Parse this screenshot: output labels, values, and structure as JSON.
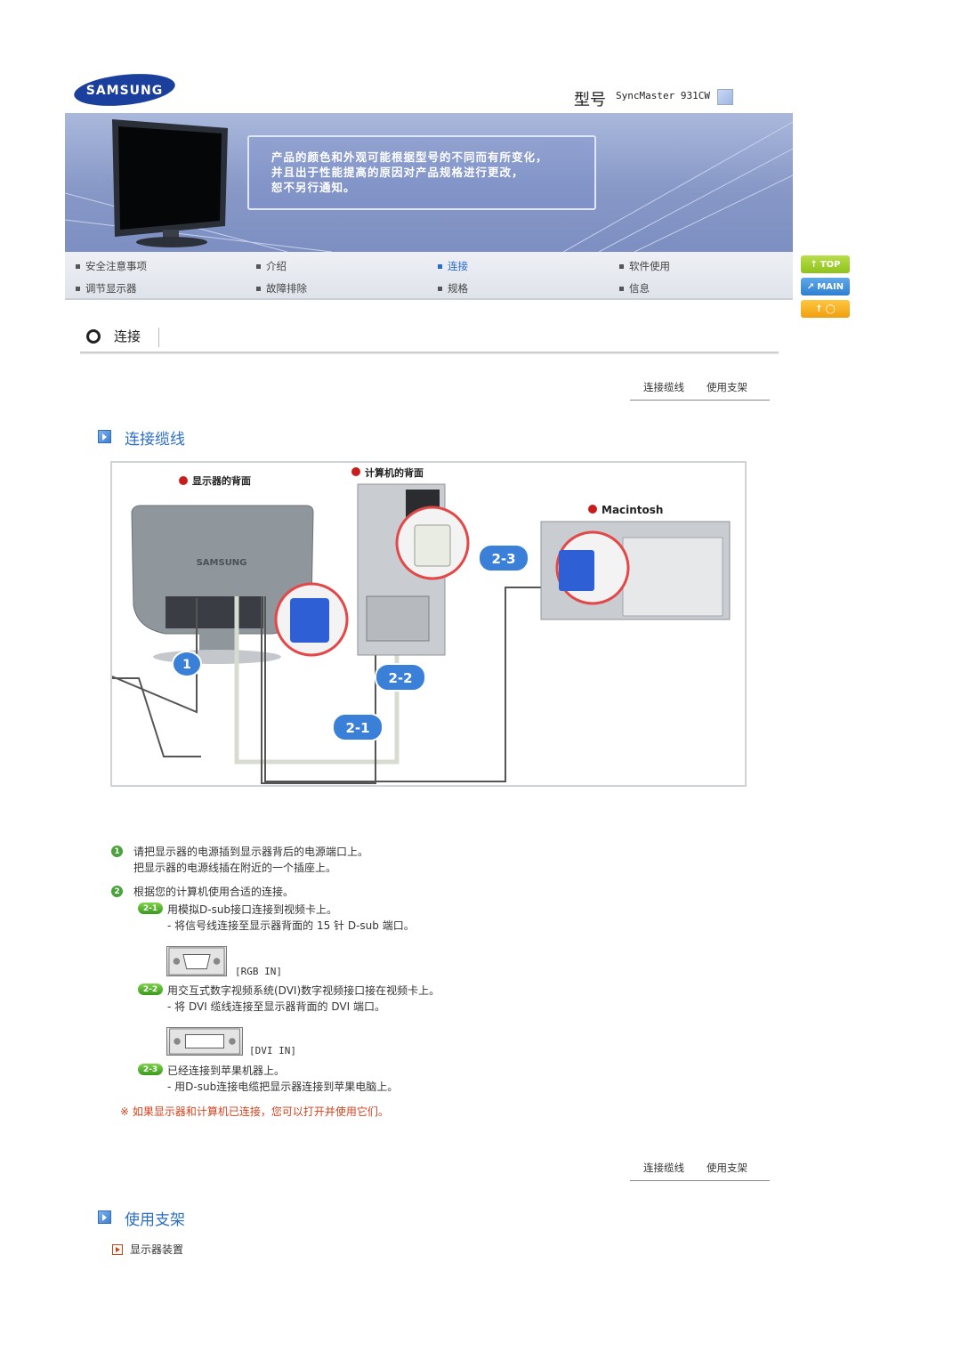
{
  "header": {
    "brand": "SAMSUNG",
    "model_label": "型号",
    "model_name": "SyncMaster 931CW"
  },
  "banner": {
    "notice_lines": [
      "产品的颜色和外观可能根据型号的不同而有所变化，",
      "并且出于性能提高的原因对产品规格进行更改，",
      "恕不另行通知。"
    ]
  },
  "nav": {
    "row1": [
      "安全注意事项",
      "介绍",
      "连接",
      "软件使用"
    ],
    "row2": [
      "调节显示器",
      "故障排除",
      "规格",
      "信息"
    ],
    "active": "连接"
  },
  "side_buttons": {
    "top": "TOP",
    "main": "MAIN"
  },
  "section": {
    "title": "连接"
  },
  "subnav": [
    "连接缆线",
    "使用支架"
  ],
  "cables": {
    "heading": "连接缆线",
    "diagram": {
      "monitor_back": "显示器的背面",
      "computer_back": "计算机的背面",
      "mac": "Macintosh",
      "callouts": [
        "1",
        "2-1",
        "2-2",
        "2-3"
      ],
      "brand_on_monitor": "SAMSUNG"
    },
    "steps": {
      "s1_num": "1",
      "s1_line1": "请把显示器的电源插到显示器背后的电源端口上。",
      "s1_line2": "把显示器的电源线插在附近的一个插座上。",
      "s2_num": "2",
      "s2_text": "根据您的计算机使用合适的连接。",
      "s21_badge": "2-1",
      "s21_text": "用模拟D-sub接口连接到视频卡上。",
      "s21_sub": "- 将信号线连接至显示器背面的 15 针 D-sub 端口。",
      "rgb_label": "[RGB IN]",
      "s22_badge": "2-2",
      "s22_text": "用交互式数字视频系统(DVI)数字视频接口接在视频卡上。",
      "s22_sub": "- 将 DVI 缆线连接至显示器背面的 DVI 端口。",
      "dvi_label": "[DVI IN]",
      "s23_badge": "2-3",
      "s23_text": "已经连接到苹果机器上。",
      "s23_sub": "- 用D-sub连接电缆把显示器连接到苹果电脑上。"
    },
    "note": "※ 如果显示器和计算机已连接，您可以打开并使用它们。"
  },
  "stand": {
    "heading": "使用支架",
    "link": "显示器装置"
  },
  "colors": {
    "accent": "#2b6ec3",
    "note": "#d4421e",
    "badge": "#3a9a1e"
  }
}
